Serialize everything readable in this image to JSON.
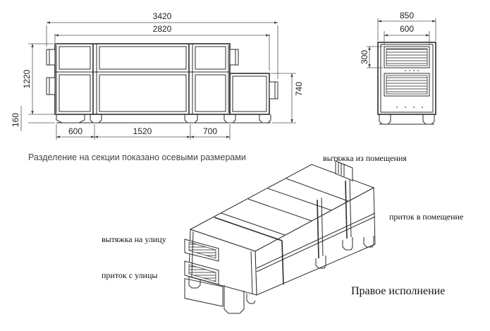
{
  "side_view": {
    "overall_length": "3420",
    "body_length": "2820",
    "height_upper": "1220",
    "leg_height": "160",
    "right_height": "740",
    "seg_left": "600",
    "seg_middle": "1520",
    "seg_right": "700"
  },
  "end_view": {
    "width_outer": "850",
    "width_inner": "600",
    "opening_height": "300"
  },
  "note": "Разделение на секции показано осевыми размерами",
  "labels": {
    "extract_from_room": "вытяжка из помещения",
    "supply_to_room": "приток в помещение",
    "exhaust_to_street": "вытяжка на улицу",
    "intake_from_street": "приток с улицы",
    "version": "Правое исполнение"
  }
}
